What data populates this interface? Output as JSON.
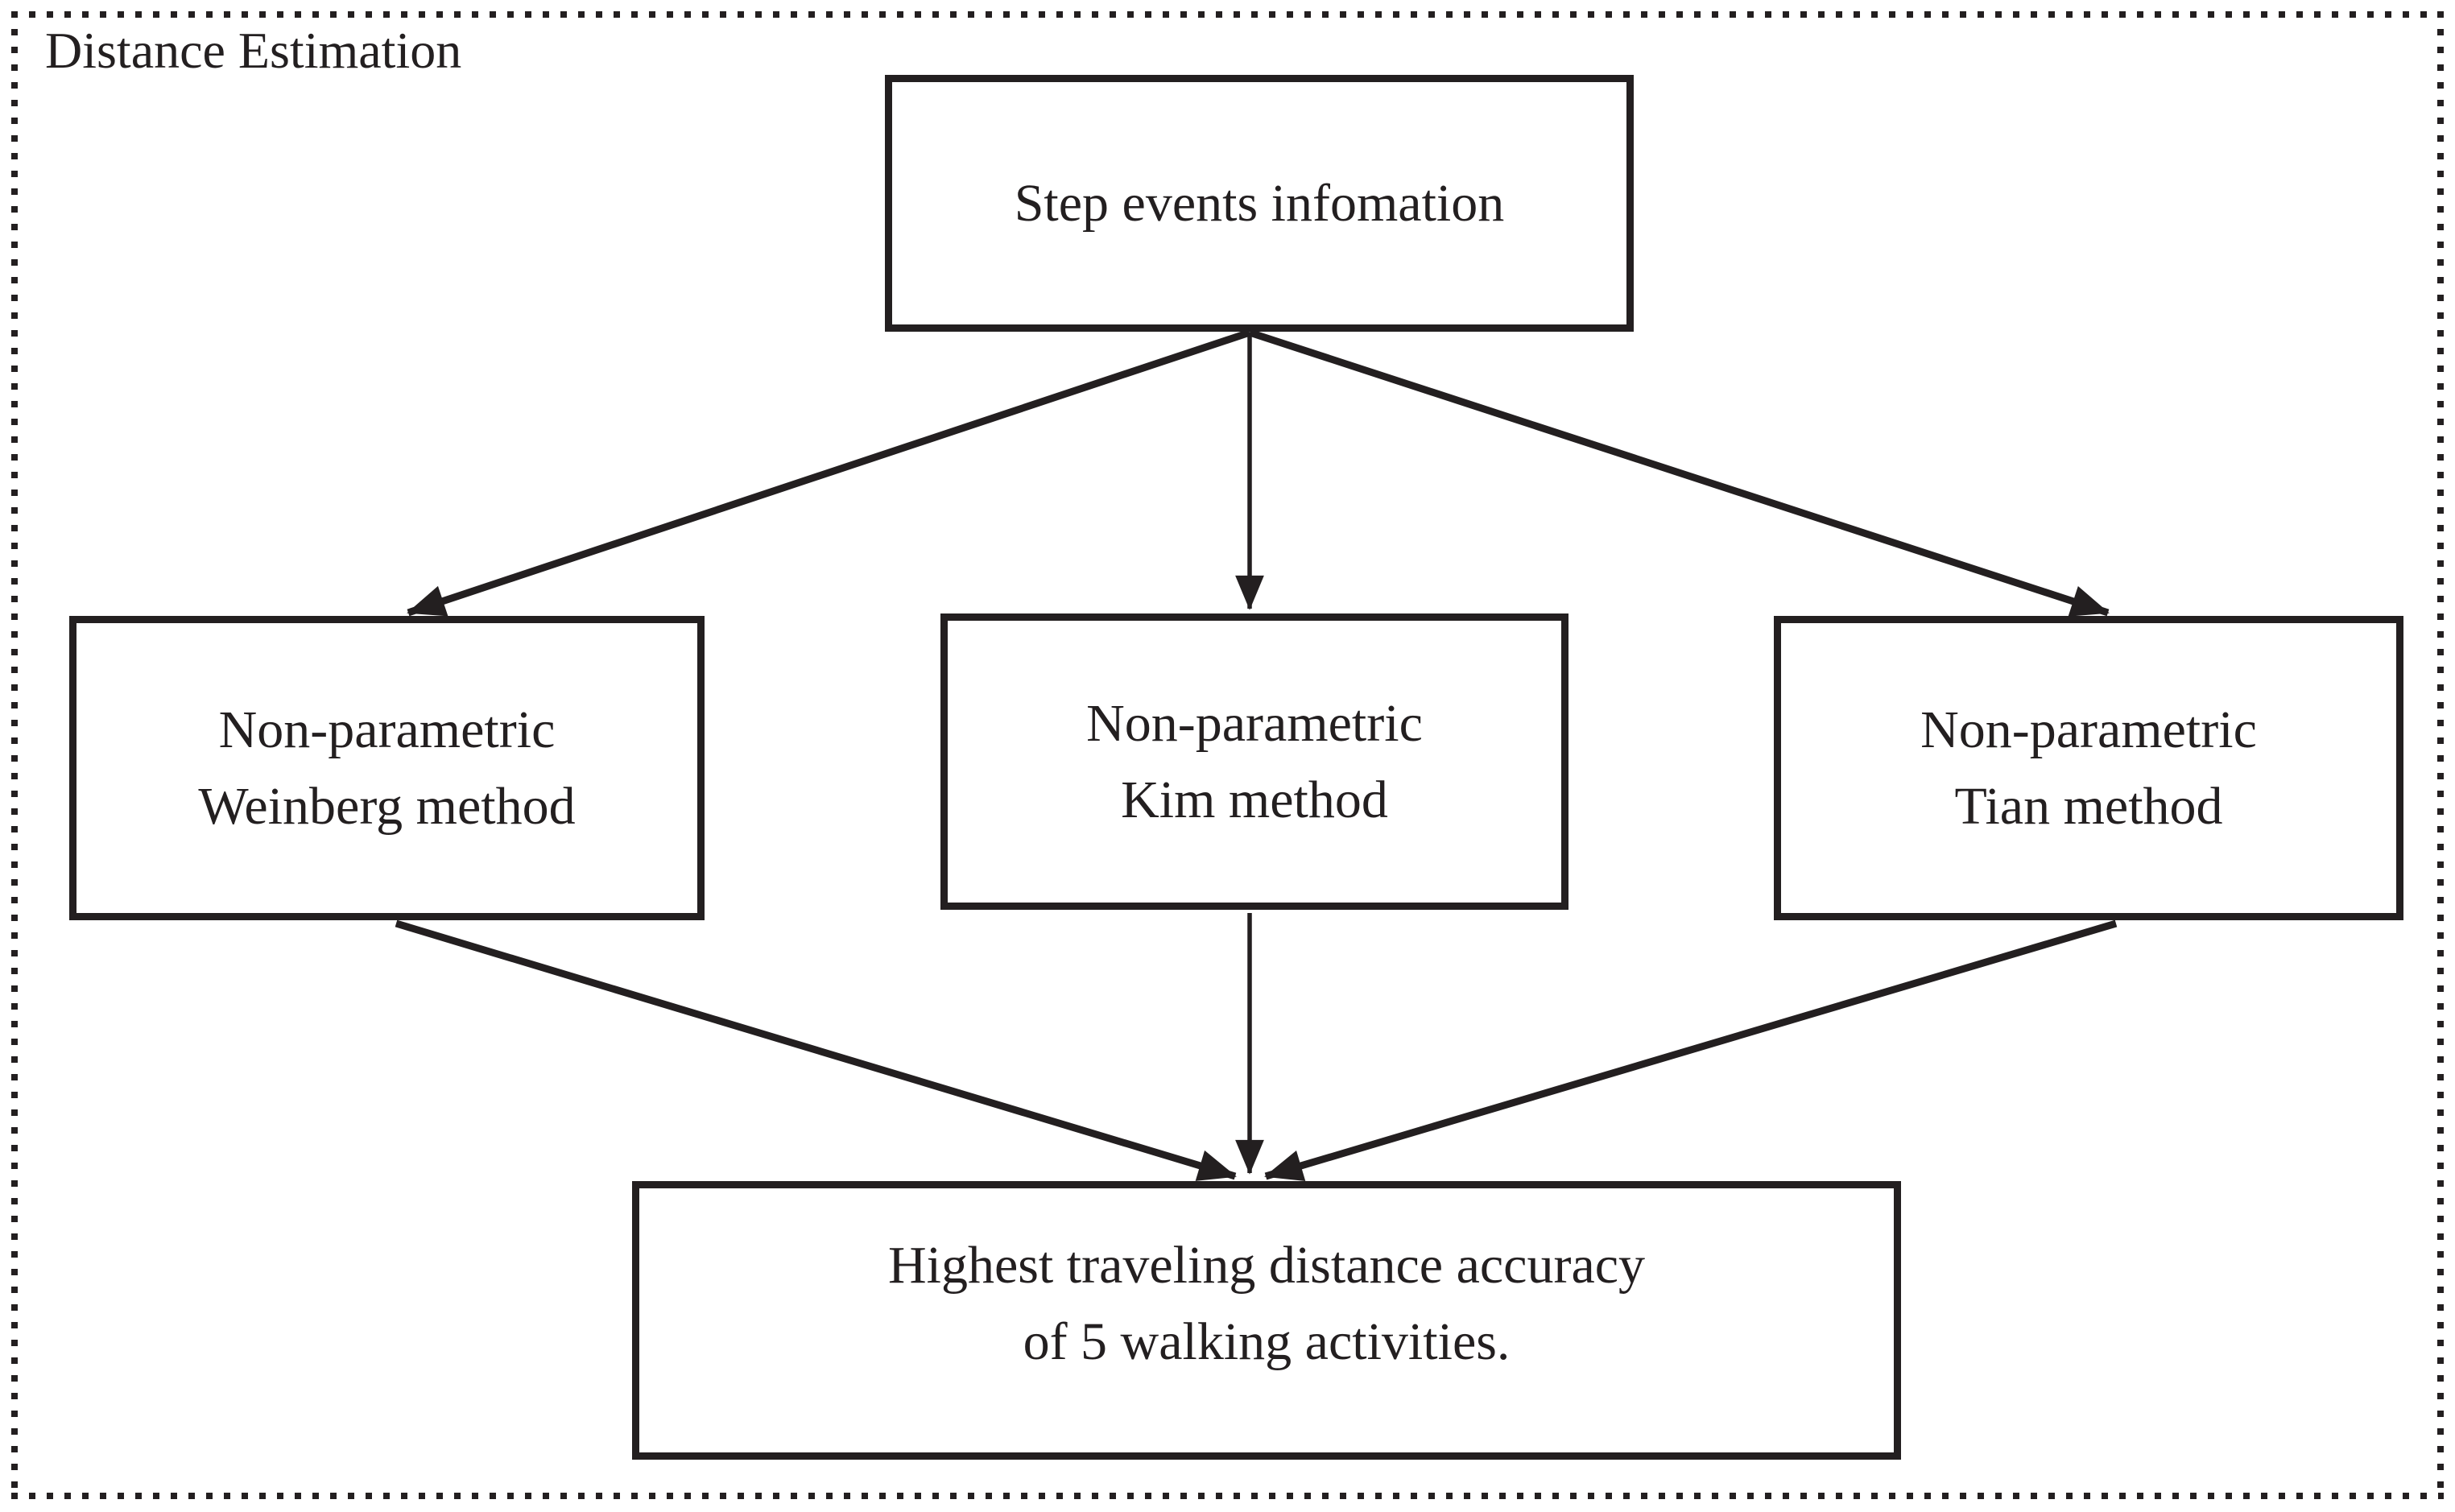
{
  "frame": {
    "label": "Distance Estimation"
  },
  "colors": {
    "ink": "#231f20",
    "background": "#ffffff"
  },
  "nodes": {
    "step_events": {
      "id": "step-events",
      "lines": [
        "Step events infomation"
      ]
    },
    "weinberg": {
      "id": "weinberg",
      "lines": [
        "Non-parametric",
        "Weinberg method"
      ]
    },
    "kim": {
      "id": "kim",
      "lines": [
        "Non-parametric",
        "Kim method"
      ]
    },
    "tian": {
      "id": "tian",
      "lines": [
        "Non-parametric",
        "Tian method"
      ]
    },
    "result": {
      "id": "result",
      "lines": [
        "Highest traveling distance accuracy",
        "of 5 walking activities."
      ]
    }
  },
  "edges": [
    {
      "from": "step-events",
      "to": "weinberg"
    },
    {
      "from": "step-events",
      "to": "kim"
    },
    {
      "from": "step-events",
      "to": "tian"
    },
    {
      "from": "weinberg",
      "to": "result"
    },
    {
      "from": "kim",
      "to": "result"
    },
    {
      "from": "tian",
      "to": "result"
    }
  ]
}
